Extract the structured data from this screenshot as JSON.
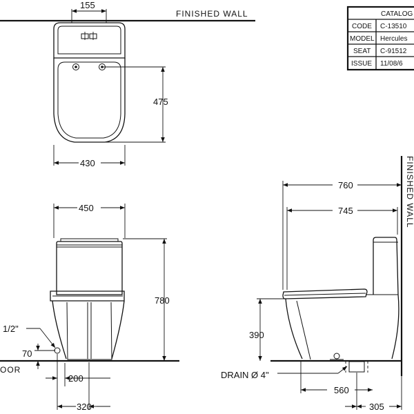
{
  "labels": {
    "finished_wall_top": "FINISHED WALL",
    "finished_wall_side": "FINISHED WALL",
    "floor": "OOR",
    "drain": "DRAIN Ø 4\"",
    "half_inch": "1/2\""
  },
  "catalog_table": {
    "header": "CATALOG",
    "rows": [
      {
        "key": "CODE",
        "value": "C-13510"
      },
      {
        "key": "MODEL",
        "value": "Hercules"
      },
      {
        "key": "SEAT",
        "value": "C-91512"
      },
      {
        "key": "ISSUE",
        "value": "11/08/6"
      }
    ]
  },
  "dimensions": {
    "top_button_spacing": "155",
    "top_bowl_length": "475",
    "top_width": "430",
    "front_width": "450",
    "front_height": "780",
    "supply_height": "70",
    "supply_offset": "200",
    "supply_from_center": "320",
    "side_depth_total": "760",
    "side_depth": "745",
    "seat_height": "390",
    "drain_span": "560",
    "rough_in": "305"
  }
}
